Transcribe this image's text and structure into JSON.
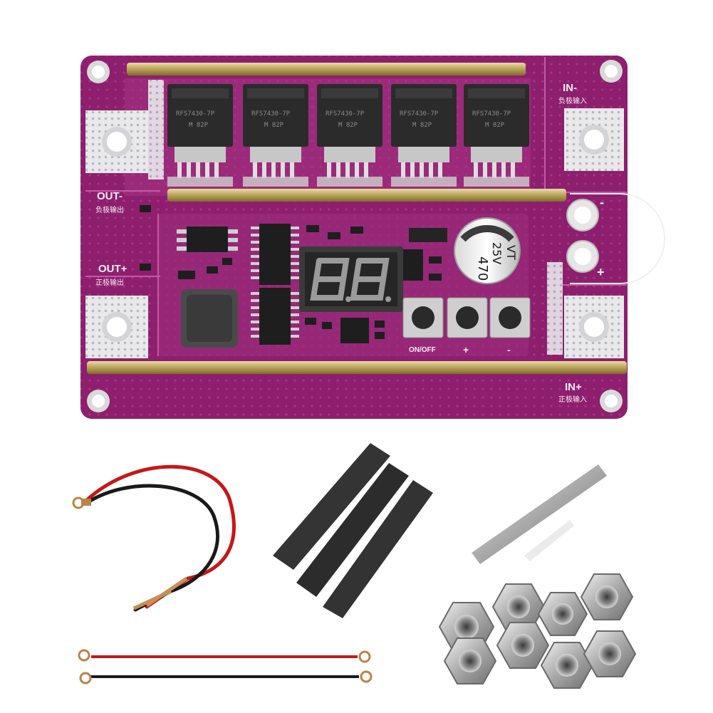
{
  "board": {
    "out_minus_label": "OUT-",
    "out_minus_cn": "负极输出",
    "out_plus_label": "OUT+",
    "out_plus_cn": "正极输出",
    "in_minus_label": "IN-",
    "in_minus_cn": "负极输入",
    "in_plus_label": "IN+",
    "in_plus_cn": "正极输入",
    "button_onoff_label": "ON/OFF",
    "button_plus_label": "+",
    "button_minus_label": "-",
    "capacitor_value": "470",
    "capacitor_voltage": "25V",
    "capacitor_series": "VT",
    "mosfet_marking": "RFS7430-7P",
    "mosfet_code": "M 82P",
    "cap_pad_minus": "-",
    "cap_pad_plus": "+",
    "pcb_color": "#8e1f6e",
    "trace_color": "#a63585"
  },
  "accessories": {
    "items": [
      "welding-pen-cable",
      "heat-shrink-tubes",
      "nickel-strip",
      "hex-nuts",
      "short-power-cables"
    ]
  }
}
